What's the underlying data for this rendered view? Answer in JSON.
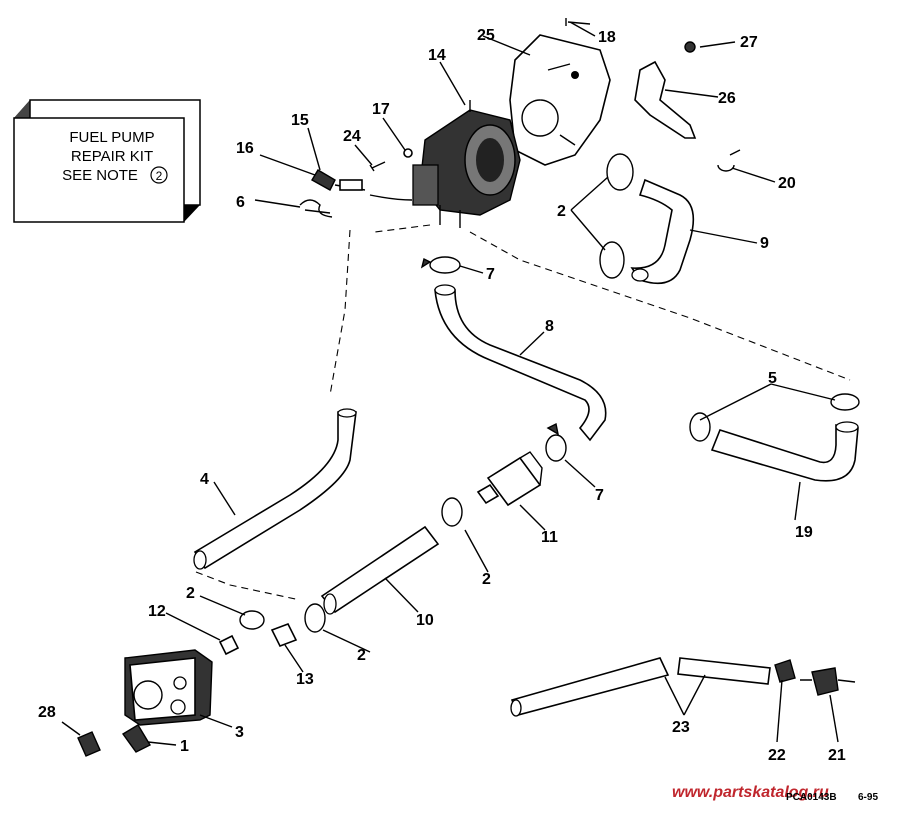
{
  "note_box": {
    "line1": "FUEL PUMP",
    "line2": "REPAIR KIT",
    "line3": "SEE NOTE",
    "note_num": "2"
  },
  "callouts": {
    "n1": "1",
    "n2a": "2",
    "n2b": "2",
    "n2c": "2",
    "n2d": "2",
    "n3": "3",
    "n4": "4",
    "n5": "5",
    "n6": "6",
    "n7a": "7",
    "n7b": "7",
    "n8": "8",
    "n9": "9",
    "n10": "10",
    "n11": "11",
    "n12": "12",
    "n13": "13",
    "n14": "14",
    "n15": "15",
    "n16": "16",
    "n17": "17",
    "n18": "18",
    "n19": "19",
    "n20": "20",
    "n21": "21",
    "n22": "22",
    "n23": "23",
    "n24": "24",
    "n25": "25",
    "n26": "26",
    "n27": "27",
    "n28": "28"
  },
  "footer": {
    "watermark": "www.partskatalog.ru",
    "code": "PCA0143B",
    "date": "6-95"
  }
}
